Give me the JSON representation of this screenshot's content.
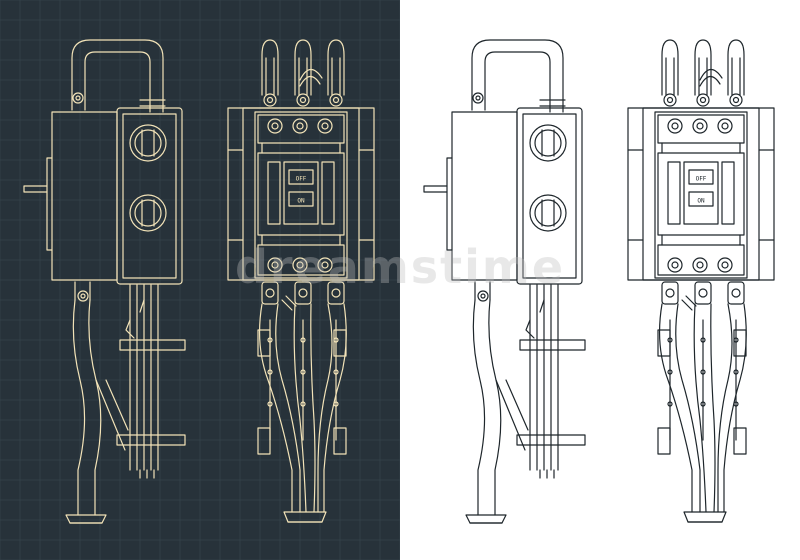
{
  "panels": [
    {
      "id": "dark",
      "background": "#27323a",
      "grid": "#36434c",
      "stroke": "#f2e3b8"
    },
    {
      "id": "light",
      "background": "#ffffff",
      "grid": "#ffffff",
      "stroke": "#1e262b"
    }
  ],
  "breaker": {
    "state_off": "OFF",
    "state_on": "ON"
  },
  "watermark": "dreamstime"
}
